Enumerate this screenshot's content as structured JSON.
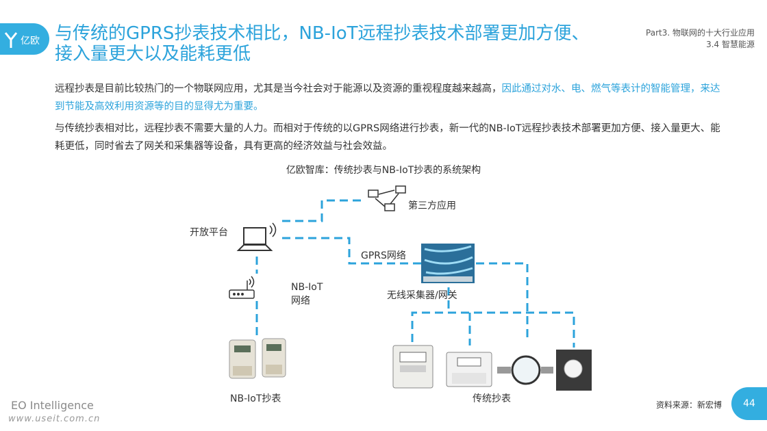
{
  "brand": {
    "logo_text": "亿欧",
    "accent": "#33aee0"
  },
  "header": {
    "title": "与传统的GPRS抄表技术相比，NB-IoT远程抄表技术部署更加方便、接入量更大以及能耗更低",
    "part": "Part3. 物联网的十大行业应用",
    "section": "3.4 智慧能源"
  },
  "body": {
    "p1_normal": "远程抄表是目前比较热门的一个物联网应用，尤其是当今社会对于能源以及资源的重视程度越来越高，",
    "p1_highlight": "因此通过对水、电、燃气等表计的智能管理，来达到节能及高效利用资源等的目的显得尤为重要。",
    "p2": "与传统抄表相对比，远程抄表不需要大量的人力。而相对于传统的以GPRS网络进行抄表，新一代的NB-IoT远程抄表技术部署更加方便、接入量更大、能耗更低，同时省去了网关和采集器等设备，具有更高的经济效益与社会效益。"
  },
  "diagram": {
    "caption": "亿欧智库：传统抄表与NB-IoT抄表的系统架构",
    "open_platform": "开放平台",
    "third_party": "第三方应用",
    "gprs": "GPRS网络",
    "gateway": "无线采集器/网关",
    "nbiot": "NB-IoT网络",
    "nbiot_meter": "NB-IoT抄表",
    "traditional_meter": "传统抄表",
    "line_color": "#2ca3db"
  },
  "footer": {
    "brand": "EO Intelligence",
    "watermark": "www.useit.com.cn",
    "source": "资料来源：新宏博",
    "page": "44"
  }
}
